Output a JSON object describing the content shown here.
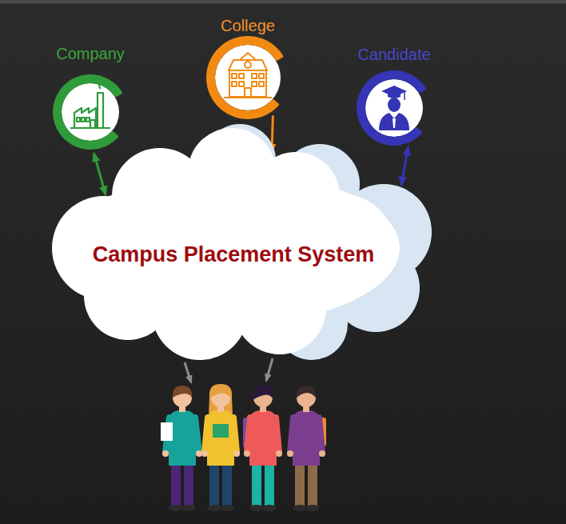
{
  "diagram": {
    "nodes": [
      {
        "text": [
          "Company"
        ]
      },
      {
        "text": [
          "College"
        ]
      },
      {
        "text": [
          "Candidate"
        ]
      },
      {
        "text": [
          "Campus Placement System"
        ]
      }
    ],
    "edges": [
      {
        "from": 0,
        "to": 3,
        "arrow": "both"
      },
      {
        "from": 1,
        "to": 3,
        "arrow": "to"
      },
      {
        "from": 2,
        "to": 3,
        "arrow": "both"
      }
    ]
  }
}
